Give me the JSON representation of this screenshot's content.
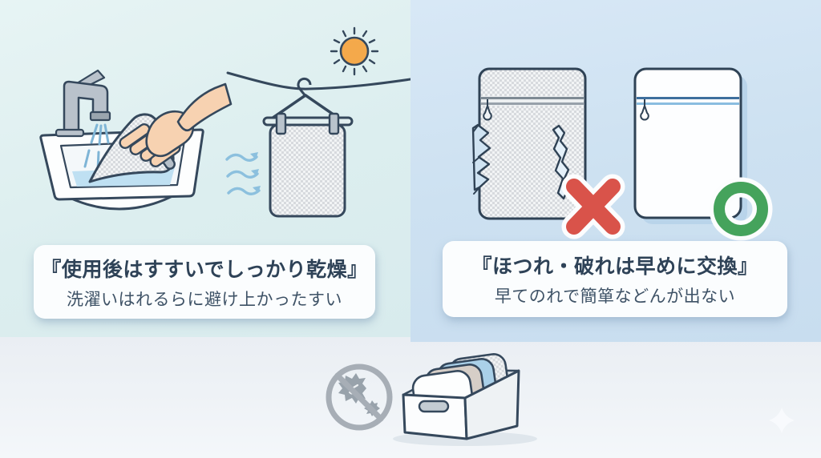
{
  "left_panel": {
    "caption_title": "『使用後はすすいでしっかり乾燥』",
    "caption_subtitle": "洗濯いはれるらに避け上かったすい",
    "background_color": "#dceeef",
    "icons": [
      "faucet-icon",
      "sink-icon",
      "hand-washing-net-icon",
      "water-spray-icon",
      "wind-arrows-icon",
      "clothesline-icon",
      "hanger-icon",
      "clothespin-icon",
      "drying-net-bag-icon",
      "sun-icon"
    ]
  },
  "right_panel": {
    "caption_title": "『ほつれ・破れは早めに交換』",
    "caption_subtitle": "早てのれで簡箪などんが出ない",
    "background_color": "#cde1f1",
    "bad_example": {
      "icon": "torn-net-bag-icon",
      "mark": "x-mark-icon",
      "mark_color": "#d9534a"
    },
    "good_example": {
      "icon": "intact-net-bag-icon",
      "mark": "o-mark-icon",
      "mark_color": "#45a35c"
    }
  },
  "footer": {
    "background_color": "#eef2f6",
    "icons": [
      "no-germs-icon",
      "storage-box-with-nets-icon",
      "sparkle-icon"
    ]
  },
  "palette": {
    "outline": "#35485c",
    "mesh_gray": "#d7dade",
    "skin": "#f7d2b1",
    "water_blue": "#bfe0f2",
    "sun_orange": "#f4a94b",
    "accent_red": "#d9534a",
    "accent_green": "#45a35c",
    "germ_gray": "#98a2ab"
  }
}
